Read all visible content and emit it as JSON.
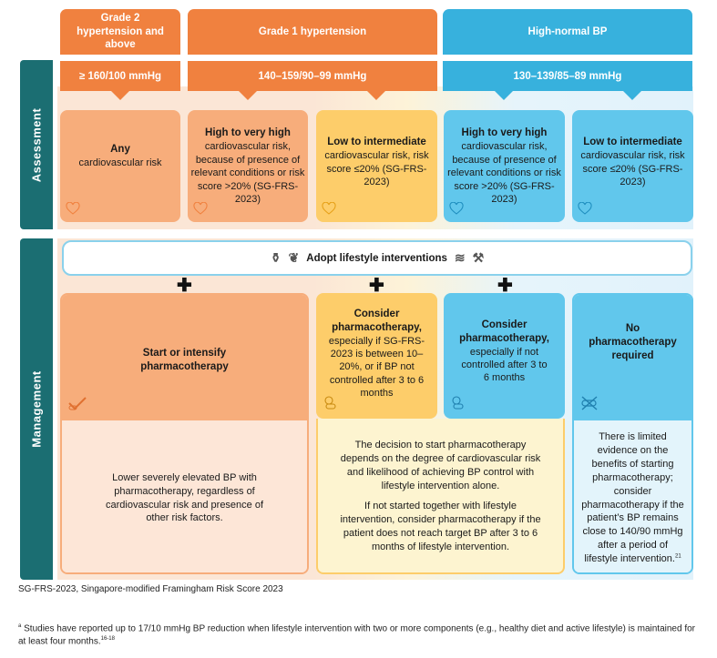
{
  "side_labels": {
    "assessment": "Assessment",
    "management": "Management"
  },
  "headers": {
    "grade2": "Grade 2 hypertension and above",
    "grade1": "Grade 1 hypertension",
    "high_normal": "High-normal BP"
  },
  "ranges": {
    "grade2": "≥ 160/100 mmHg",
    "grade1": "140–159/90–99 mmHg",
    "high_normal": "130–139/85–89 mmHg"
  },
  "assessment": {
    "a1": {
      "bold": "Any",
      "text": "cardiovascular risk"
    },
    "a2": {
      "bold": "High to very high",
      "text": "cardiovascular risk, because of presence of relevant conditions or risk score >20% (SG-FRS-2023)"
    },
    "a3": {
      "bold": "Low to intermediate",
      "text": "cardiovascular risk, risk score ≤20% (SG-FRS-2023)"
    },
    "a4": {
      "bold": "High to very high",
      "text": "cardiovascular risk, because of presence of relevant conditions or risk score >20% (SG-FRS-2023)"
    },
    "a5": {
      "bold": "Low to intermediate",
      "text": "cardiovascular risk, risk score ≤20% (SG-FRS-2023)"
    }
  },
  "lifestyle": {
    "label": "Adopt lifestyle interventions",
    "plus": "✚"
  },
  "management": {
    "m1_top": "Start or intensify pharmacotherapy",
    "m1_bottom": "Lower severely elevated BP with pharmacotherapy, regardless of cardiovascular risk and presence of other risk factors.",
    "m2_bold": "Consider pharmacotherapy,",
    "m2_text": "especially if SG-FRS-2023 is between 10–20%, or if BP not controlled after 3 to 6 months",
    "m3_bold": "Consider pharmacotherapy,",
    "m3_text": "especially if not controlled after 3 to 6 months",
    "m23_p1": "The decision to start pharmacotherapy depends on the degree of cardiovascular risk and likelihood of achieving BP control with lifestyle intervention alone.",
    "m23_p2": "If not started together with lifestyle intervention, consider pharmacotherapy if the patient does not reach target BP after 3 to 6 months of lifestyle intervention.",
    "m4_top": "No pharmacotherapy required",
    "m4_bottom": "There is limited evidence on the benefits of starting pharmacotherapy; consider pharmacotherapy if the patient’s BP remains close to 140/90 mmHg after a period of lifestyle intervention.",
    "m4_sup": "21"
  },
  "abbreviation": "SG-FRS-2023, Singapore-modified Framingham Risk Score 2023",
  "footnote": {
    "marker": "a",
    "text": " Studies have reported up to 17/10 mmHg BP reduction when lifestyle intervention with two or more components (e.g., healthy diet and active lifestyle) is maintained for at least four months.",
    "refs": "16-18"
  },
  "colors": {
    "orange": "#f0813f",
    "blue": "#37b1dd",
    "teal": "#1b6e72",
    "yellow": "#fdcd6a"
  }
}
